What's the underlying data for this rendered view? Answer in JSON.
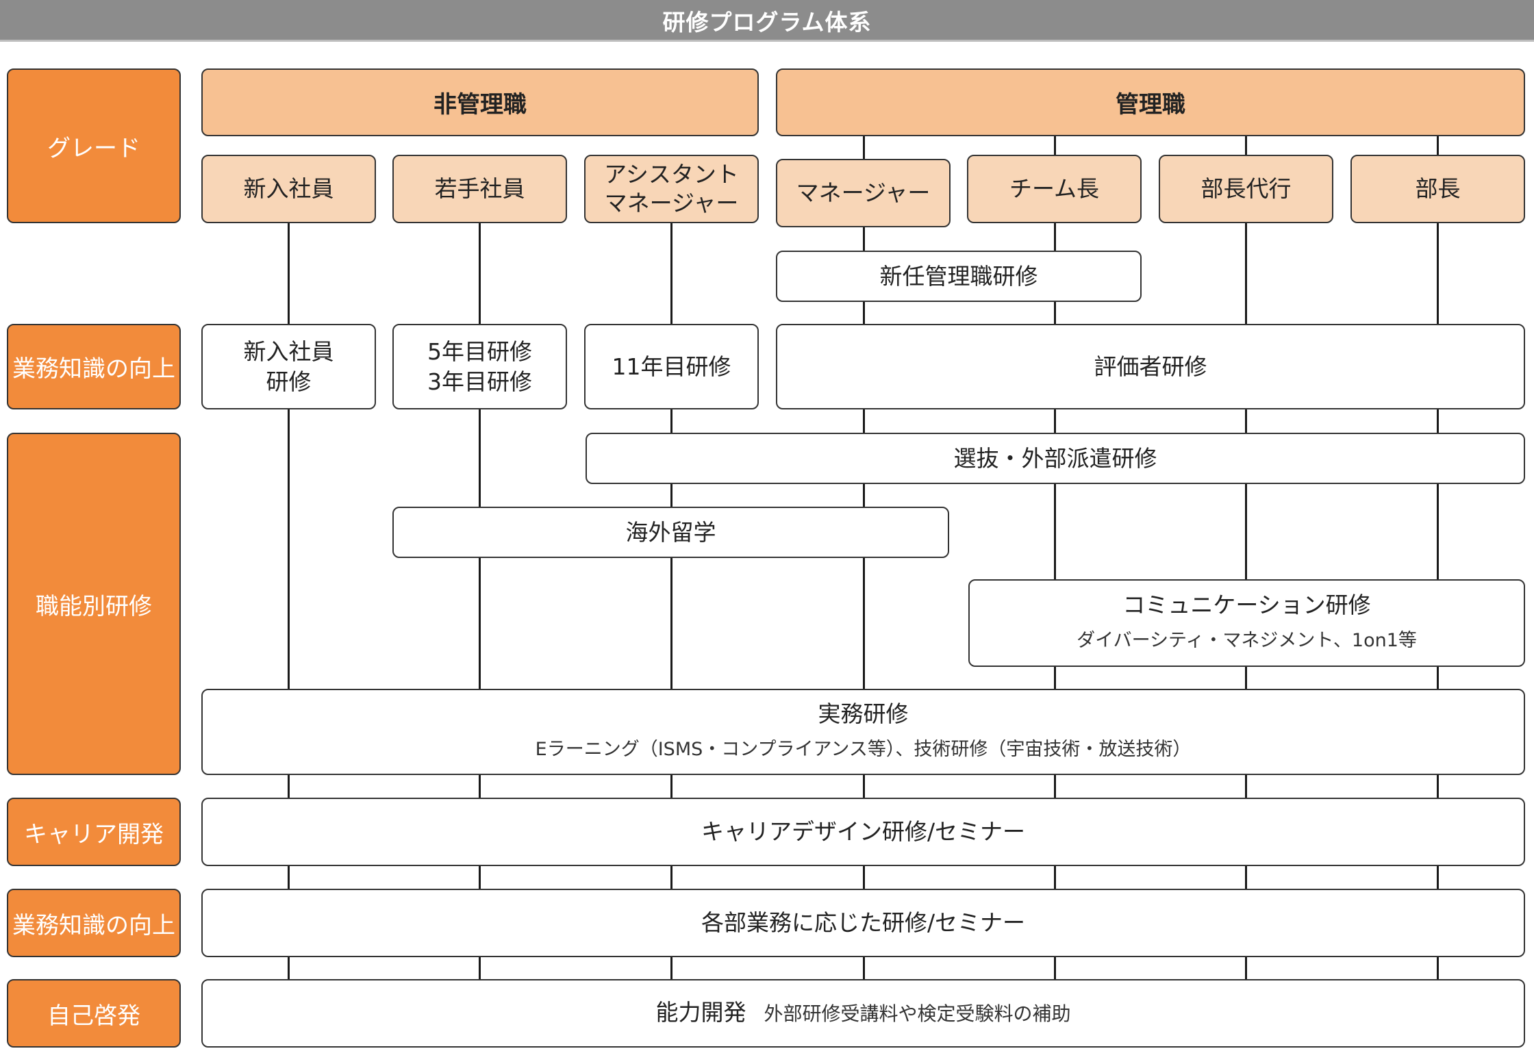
{
  "title": "研修プログラム体系",
  "categories": {
    "grade": "グレード",
    "business_knowledge_1": "業務知識の向上",
    "functional": "職能別研修",
    "career": "キャリア開発",
    "business_knowledge_2": "業務知識の向上",
    "self_development": "自己啓発"
  },
  "grade_groups": {
    "non_management": "非管理職",
    "management": "管理職"
  },
  "grades": {
    "new_employee": "新入社員",
    "young_employee": "若手社員",
    "assistant_manager_line1": "アシスタント",
    "assistant_manager_line2": "マネージャー",
    "manager": "マネージャー",
    "team_leader": "チーム長",
    "deputy_director": "部長代行",
    "director": "部長"
  },
  "programs": {
    "new_manager_training": "新任管理職研修",
    "new_employee_training_line1": "新入社員",
    "new_employee_training_line2": "研修",
    "year5_training": "5年目研修",
    "year3_training": "3年目研修",
    "year11_training": "11年目研修",
    "evaluator_training": "評価者研修",
    "selected_external_training": "選抜・外部派遣研修",
    "study_abroad": "海外留学",
    "communication_training": "コミュニケーション研修",
    "communication_training_sub": "ダイバーシティ・マネジメント、1on1等",
    "practical_training": "実務研修",
    "practical_training_sub": "Eラーニング（ISMS・コンプライアンス等）、技術研修（宇宙技術・放送技術）",
    "career_design": "キャリアデザイン研修/セミナー",
    "department_training": "各部業務に応じた研修/セミナー",
    "capability_development": "能力開発",
    "capability_development_sub": "外部研修受講料や検定受験料の補助"
  },
  "colors": {
    "category_orange": "#f28b3b",
    "grade_group_fill": "#f7c192",
    "grade_fill": "#f8d6b7",
    "title_bar_gray": "#8c8c8c"
  }
}
